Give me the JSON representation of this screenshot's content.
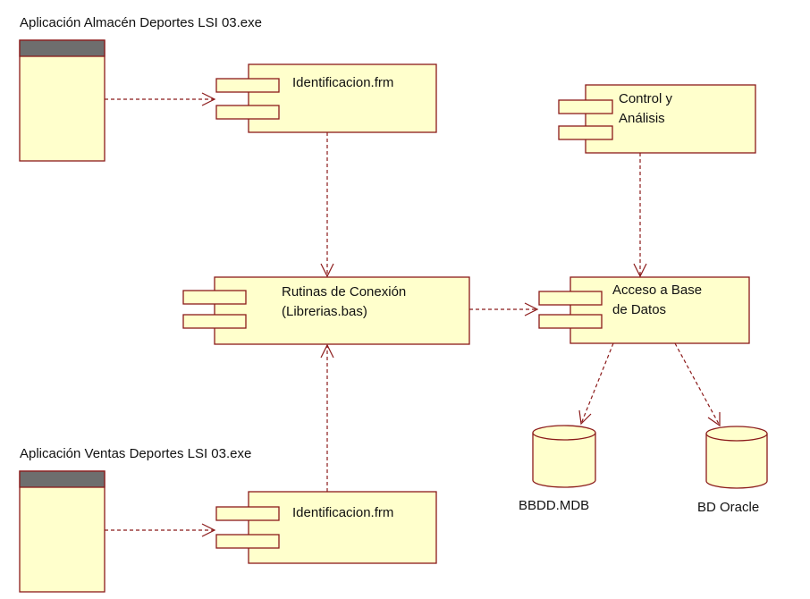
{
  "colors": {
    "component_fill": "#ffffcc",
    "outline": "#8b1a1a",
    "window_bar": "#6e6e6e",
    "text": "#111111"
  },
  "executables": {
    "almacen": {
      "title": "Aplicación Almacén Deportes LSI 03.exe"
    },
    "ventas": {
      "title": "Aplicación Ventas Deportes LSI 03.exe"
    }
  },
  "components": {
    "identificacion_top": {
      "lines": [
        "Identificacion.frm"
      ]
    },
    "identificacion_bottom": {
      "lines": [
        "Identificacion.frm"
      ]
    },
    "rutinas": {
      "lines": [
        "Rutinas de Conexión",
        "(Librerias.bas)"
      ]
    },
    "control": {
      "lines": [
        "Control y",
        "Análisis"
      ]
    },
    "acceso": {
      "lines": [
        "Acceso a Base",
        "de Datos"
      ]
    }
  },
  "databases": {
    "bbdd_mdb": {
      "label": "BBDD.MDB"
    },
    "bd_oracle": {
      "label": "BD Oracle"
    }
  }
}
